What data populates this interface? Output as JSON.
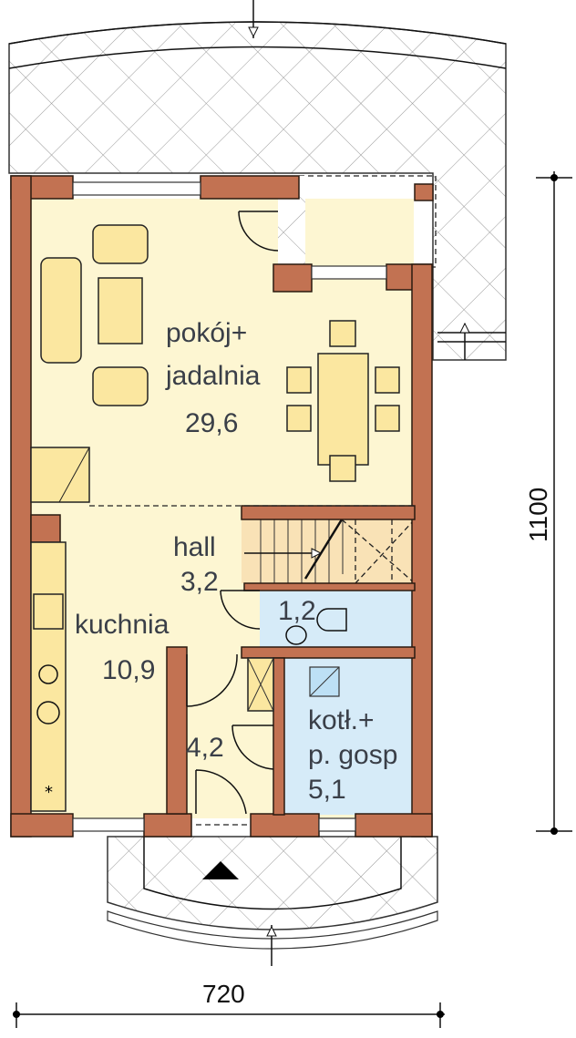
{
  "rooms": {
    "living": {
      "name_line1": "pokój+",
      "name_line2": "jadalnia",
      "area": "29,6"
    },
    "hall": {
      "name": "hall",
      "area": "3,2"
    },
    "kitchen": {
      "name": "kuchnia",
      "area": "10,9"
    },
    "bathroom": {
      "area": "1,2"
    },
    "vestibule": {
      "area": "4,2"
    },
    "boiler": {
      "name_line1": "kotł.+",
      "name_line2": "p. gosp",
      "area": "5,1"
    }
  },
  "dimensions": {
    "height": "1100",
    "width": "720"
  },
  "colors": {
    "wall": "#c27252",
    "floor": "#fdf6d2",
    "furniture": "#fbe7a0",
    "wet_room": "#d6ebf8",
    "stairs": "#f9e2b6"
  }
}
